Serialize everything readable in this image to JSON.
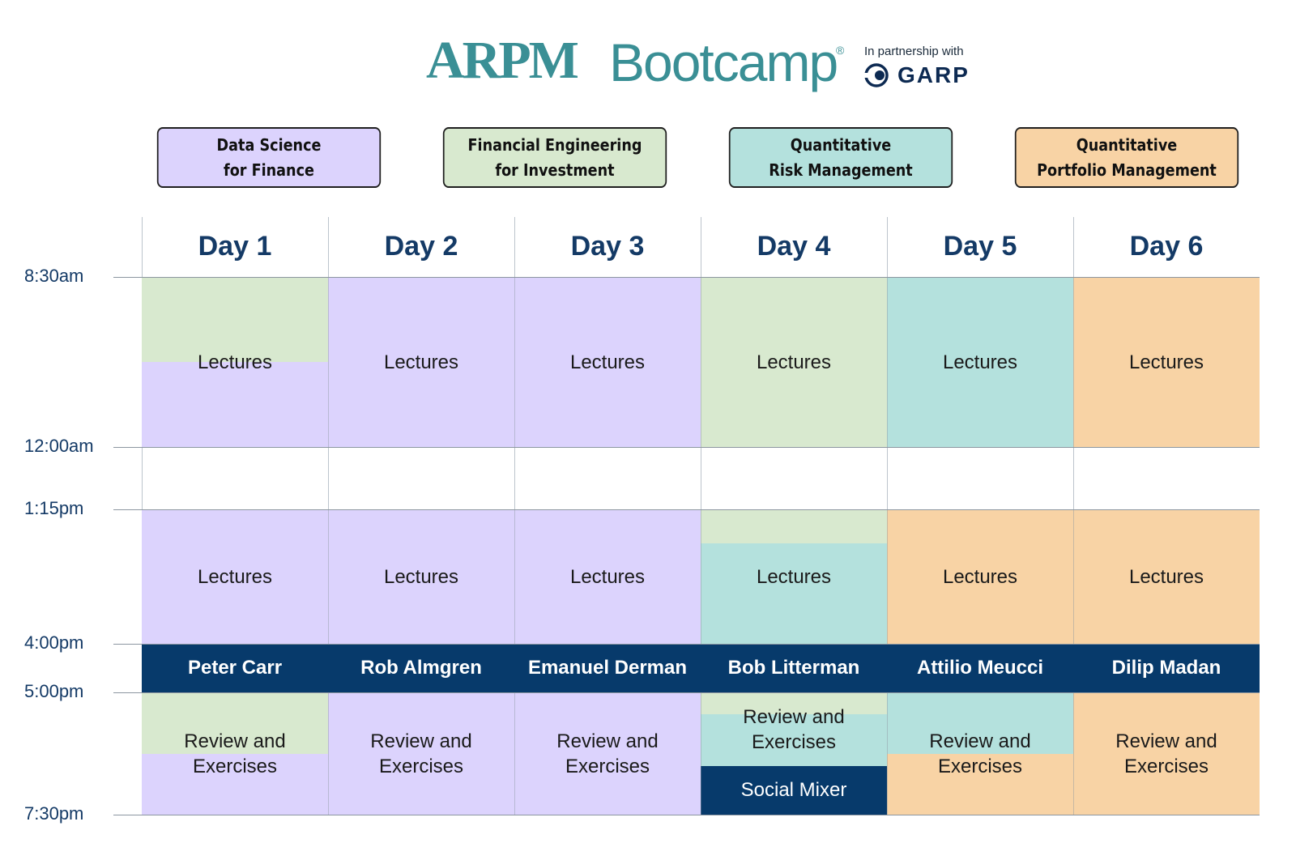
{
  "header": {
    "logo_part1": "ARPM",
    "logo_part2": "Bootcamp",
    "registered_mark": "®",
    "partnership_text": "In partnership with",
    "partner_name": "GARP"
  },
  "colors": {
    "data_science": "#dcd3fd",
    "financial_engineering": "#d8e9cf",
    "risk_management": "#b4e1dd",
    "portfolio_management": "#f8d3a5",
    "speaker_band": "#073a6b",
    "heading_text": "#143a66",
    "logo_teal": "#3a8f95"
  },
  "legend": [
    {
      "label": "Data Science\nfor Finance",
      "color": "#dcd3fd"
    },
    {
      "label": "Financial Engineering\nfor Investment",
      "color": "#d8e9cf"
    },
    {
      "label": "Quantitative\nRisk Management",
      "color": "#b4e1dd"
    },
    {
      "label": "Quantitative\nPortfolio Management",
      "color": "#f8d3a5"
    }
  ],
  "days": [
    "Day 1",
    "Day 2",
    "Day 3",
    "Day 4",
    "Day 5",
    "Day 6"
  ],
  "times": [
    "8:30am",
    "12:00am",
    "1:15pm",
    "4:00pm",
    "5:00pm",
    "7:30pm"
  ],
  "morning": [
    {
      "label": "Lectures",
      "fill": [
        "financial_engineering",
        "data_science"
      ],
      "split": 0.5
    },
    {
      "label": "Lectures",
      "fill": [
        "data_science"
      ]
    },
    {
      "label": "Lectures",
      "fill": [
        "data_science"
      ]
    },
    {
      "label": "Lectures",
      "fill": [
        "financial_engineering"
      ]
    },
    {
      "label": "Lectures",
      "fill": [
        "risk_management"
      ]
    },
    {
      "label": "Lectures",
      "fill": [
        "portfolio_management"
      ]
    }
  ],
  "afternoon": [
    {
      "label": "Lectures",
      "fill": [
        "data_science"
      ]
    },
    {
      "label": "Lectures",
      "fill": [
        "data_science"
      ]
    },
    {
      "label": "Lectures",
      "fill": [
        "data_science"
      ]
    },
    {
      "label": "Lectures",
      "fill": [
        "financial_engineering",
        "risk_management"
      ],
      "split": 0.25
    },
    {
      "label": "Lectures",
      "fill": [
        "portfolio_management"
      ]
    },
    {
      "label": "Lectures",
      "fill": [
        "portfolio_management"
      ]
    }
  ],
  "speakers": [
    "Peter Carr",
    "Rob Almgren",
    "Emanuel Derman",
    "Bob Litterman",
    "Attilio Meucci",
    "Dilip Madan"
  ],
  "evening": [
    {
      "label": "Review and\nExercises",
      "fill": [
        "financial_engineering",
        "data_science"
      ],
      "split": 0.5
    },
    {
      "label": "Review and\nExercises",
      "fill": [
        "data_science"
      ]
    },
    {
      "label": "Review and\nExercises",
      "fill": [
        "data_science"
      ]
    },
    {
      "label": "Review and\nExercises",
      "fill": [
        "financial_engineering",
        "risk_management"
      ],
      "split": 0.3,
      "social": "Social Mixer"
    },
    {
      "label": "Review and\nExercises",
      "fill": [
        "risk_management",
        "portfolio_management"
      ],
      "split": 0.5
    },
    {
      "label": "Review and\nExercises",
      "fill": [
        "portfolio_management"
      ]
    }
  ]
}
